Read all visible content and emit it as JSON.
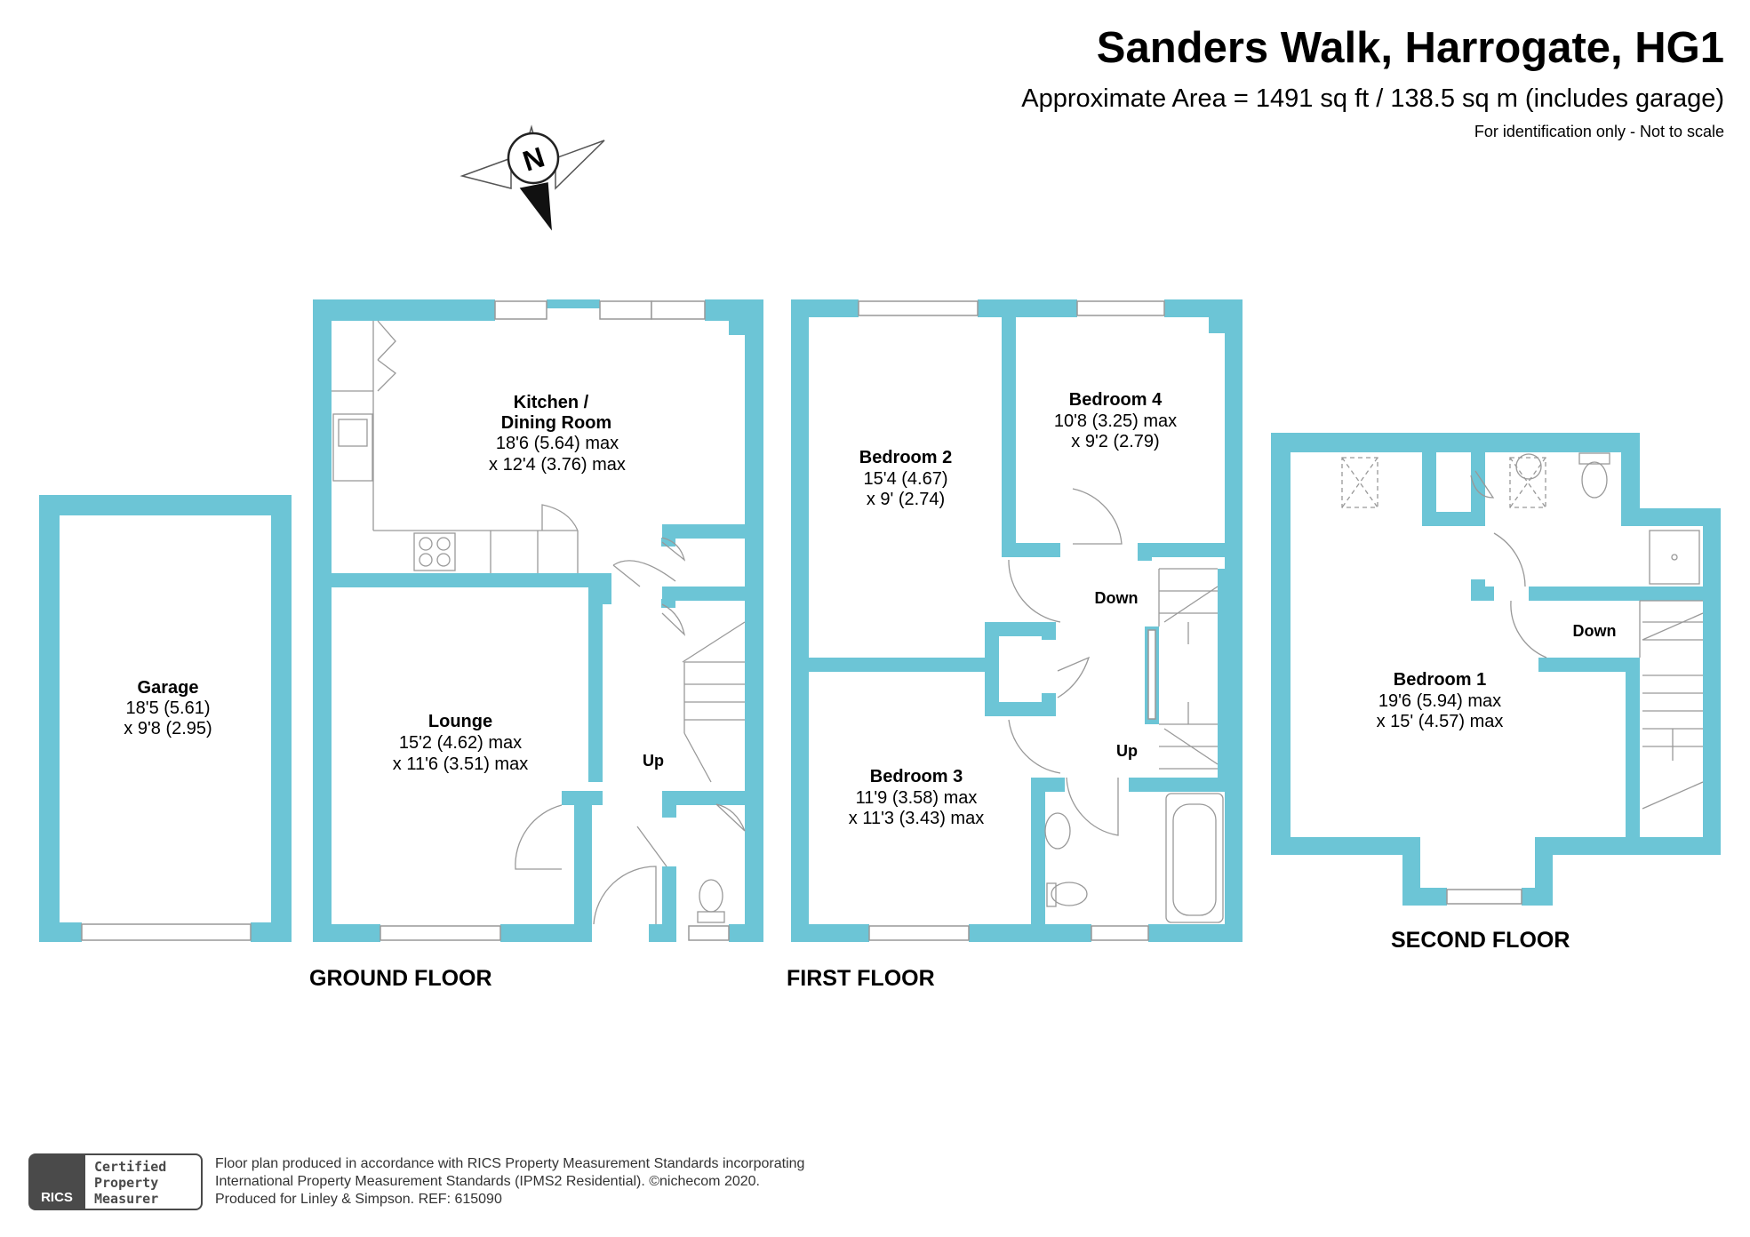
{
  "header": {
    "title": "Sanders Walk, Harrogate, HG1",
    "area": "Approximate Area = 1491 sq ft / 138.5 sq m (includes garage)",
    "note": "For identification only - Not to scale"
  },
  "compass": {
    "label": "N"
  },
  "colors": {
    "wall": "#6cc5d6",
    "fixture": "#999999",
    "text": "#000000"
  },
  "floors": {
    "ground": {
      "label": "GROUND FLOOR",
      "rooms": {
        "garage": {
          "name": "Garage",
          "dim1": "18'5 (5.61)",
          "dim2": "x 9'8 (2.95)"
        },
        "kitchen": {
          "name1": "Kitchen /",
          "name2": "Dining Room",
          "dim1": "18'6 (5.64) max",
          "dim2": "x 12'4 (3.76) max"
        },
        "lounge": {
          "name": "Lounge",
          "dim1": "15'2 (4.62) max",
          "dim2": "x 11'6 (3.51) max"
        }
      },
      "stairs_label": "Up"
    },
    "first": {
      "label": "FIRST FLOOR",
      "rooms": {
        "bedroom2": {
          "name": "Bedroom 2",
          "dim1": "15'4 (4.67)",
          "dim2": "x 9' (2.74)"
        },
        "bedroom4": {
          "name": "Bedroom 4",
          "dim1": "10'8 (3.25) max",
          "dim2": "x 9'2 (2.79)"
        },
        "bedroom3": {
          "name": "Bedroom 3",
          "dim1": "11'9 (3.58) max",
          "dim2": "x 11'3 (3.43) max"
        }
      },
      "stairs_down": "Down",
      "stairs_up": "Up"
    },
    "second": {
      "label": "SECOND FLOOR",
      "rooms": {
        "bedroom1": {
          "name": "Bedroom 1",
          "dim1": "19'6 (5.94) max",
          "dim2": "x 15' (4.57) max"
        }
      },
      "stairs_down": "Down"
    }
  },
  "footer": {
    "badge_logo": "RICS",
    "badge_lines": [
      "Certified",
      "Property",
      "Measurer"
    ],
    "line1": "Floor plan produced in accordance with RICS Property Measurement Standards incorporating",
    "line2": "International Property Measurement Standards (IPMS2 Residential).   ©nichecom 2020.",
    "line3": "Produced for Linley & Simpson.   REF: 615090"
  }
}
